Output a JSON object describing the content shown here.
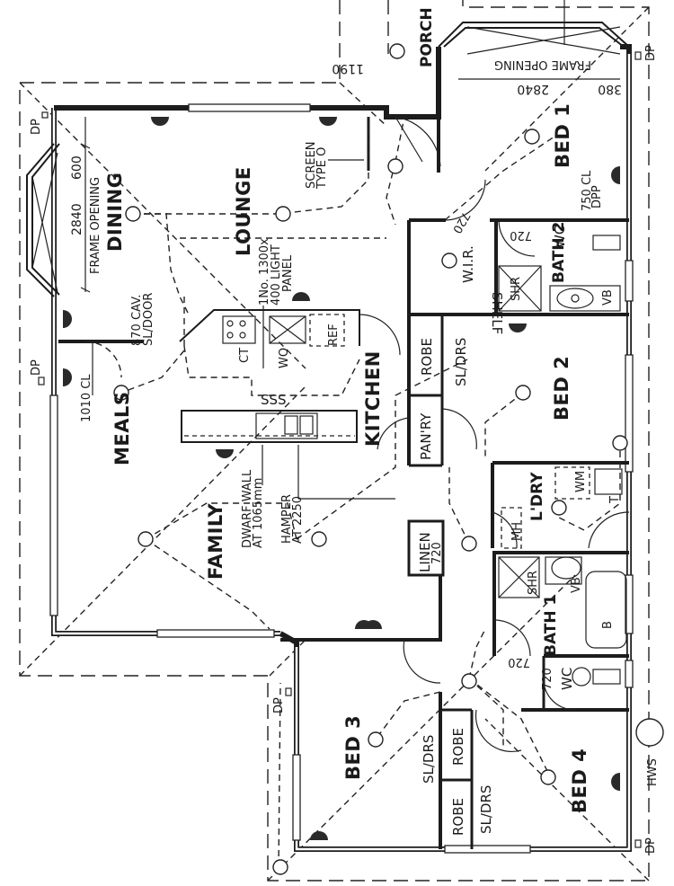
{
  "drawing": {
    "type": "residential floor plan",
    "orientation_note": "plan rotated 90 degrees; text reads bottom-to-top"
  },
  "rooms": {
    "dining": "DINING",
    "lounge": "LOUNGE",
    "meals": "MEALS",
    "family": "FAMILY",
    "kitchen": "KITCHEN",
    "porch": "PORCH",
    "bed1": "BED 1",
    "bed2": "BED 2",
    "bed3": "BED 3",
    "bed4": "BED 4",
    "bath2": "BATH 2",
    "bath1": "BATH 1",
    "wir": "W.I.R.",
    "ldry": "L'DRY",
    "wc_bath2": "WC",
    "wc_main": "WC",
    "pantry": "PAN'RY",
    "linen": "LINEN",
    "shelf": "SHELF"
  },
  "fixtures": {
    "shr_bath2": "SHR",
    "shr_bath1": "SHR",
    "vb_bath2": "VB",
    "vb_bath1": "VB",
    "bath": "B",
    "wm": "WM",
    "trough": "T",
    "mh": "MH",
    "ref": "REF",
    "wo": "WO",
    "ct": "CT",
    "sss": "SSS",
    "hws": "HWS",
    "robe_bed2": "ROBE",
    "robe_bed3": "ROBE",
    "robe_bed4": "ROBE",
    "sl_drs_bed2": "SL/DRS",
    "sl_drs_bed3": "SL/DRS",
    "sl_drs_bed4": "SL/DRS"
  },
  "notes": {
    "frame_opening_dining": "FRAME OPENING",
    "dining_dims_a": "2840",
    "dining_dims_b": "600",
    "frame_opening_bed1": "FRAME OPENING",
    "bed1_dim_width": "2840",
    "bed1_dim_side": "380",
    "porch_dim": "1190",
    "screen_line1": "SCREEN",
    "screen_line2": "TYPE O",
    "light_panel_line1": "1No. 1300x",
    "light_panel_line2": "400 LIGHT",
    "light_panel_line3": "PANEL",
    "cav_door_line1": "870 CAV.",
    "cav_door_line2": "SL/DOOR",
    "meals_cl": "1010 CL",
    "dwarf_wall_line1": "DWARF WALL",
    "dwarf_wall_line2": "AT 1065mm",
    "hamper_line1": "HAMPER",
    "hamper_line2": "AT 2250",
    "bed1_cl": "750 CL",
    "dpp": "DPP",
    "door_720_wir": "720",
    "door_720_bath2": "720",
    "door_720_linen": "720",
    "door_720_bath1": "720",
    "door_720_wc": "720",
    "dp_1": "DP",
    "dp_2": "DP",
    "dp_3": "DP",
    "dp_4": "DP",
    "dp_5": "DP"
  }
}
